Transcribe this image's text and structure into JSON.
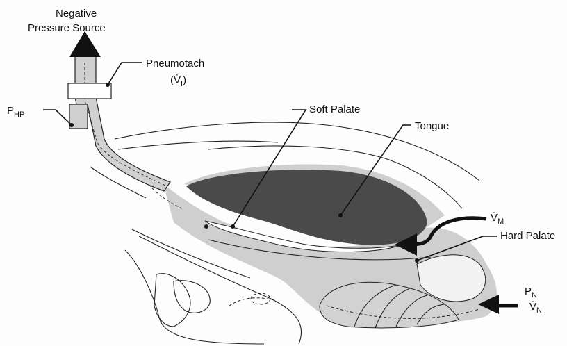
{
  "labels": {
    "negative_line1": "Negative",
    "negative_line2": "Pressure Source",
    "pneumotach": "Pneumotach",
    "pneumotach_sym": "(V̇",
    "pneumotach_sub": "I",
    "pneumotach_close": ")",
    "php": "P",
    "php_sub": "HP",
    "soft_palate": "Soft Palate",
    "tongue": "Tongue",
    "vm": "V̇",
    "vm_sub": "M",
    "hard_palate": "Hard Palate",
    "pn": "P",
    "pn_sub": "N",
    "vn": "V̇",
    "vn_sub": "N"
  },
  "colors": {
    "airway_fill": "#cfcfcf",
    "tongue_fill": "#4a4a4a",
    "outline": "#111111"
  }
}
